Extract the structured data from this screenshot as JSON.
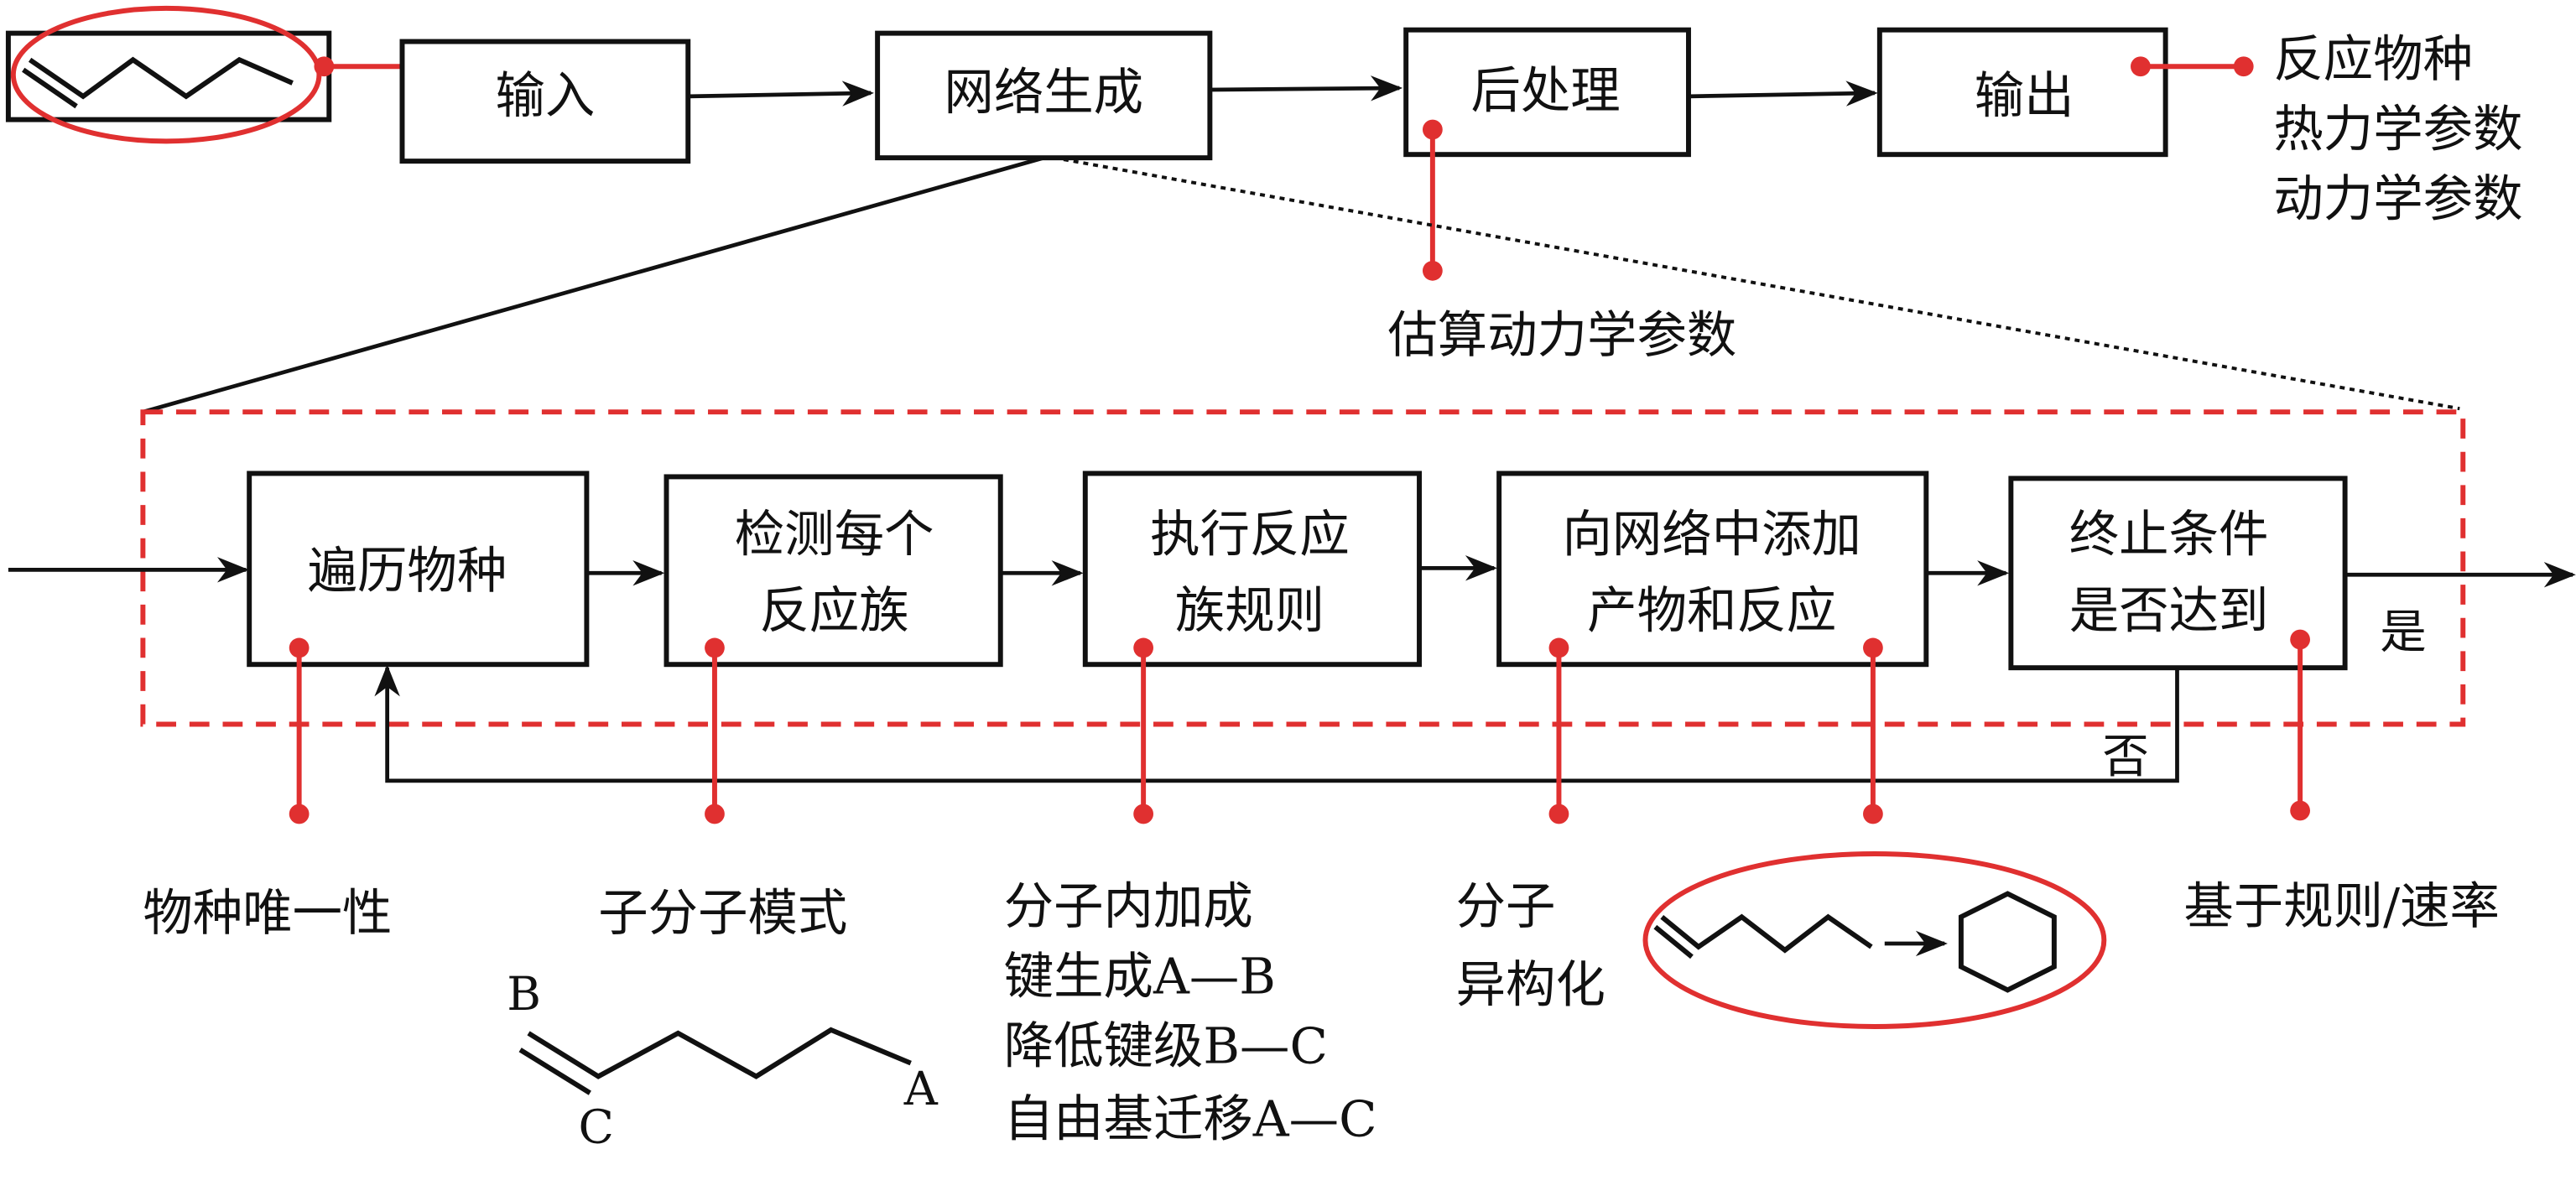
{
  "top_flow": {
    "input_label": "输入",
    "network_label": "网络生成",
    "postprocess_label": "后处理",
    "output_label": "输出"
  },
  "postprocess_note": "估算动力学参数",
  "output_notes": [
    "反应物种",
    "热力学参数",
    "动力学参数"
  ],
  "inner_flow": {
    "steps": [
      {
        "lines": [
          "遍历物种"
        ]
      },
      {
        "lines": [
          "检测每个",
          "反应族"
        ]
      },
      {
        "lines": [
          "执行反应",
          "族规则"
        ]
      },
      {
        "lines": [
          "向网络中添加",
          "产物和反应"
        ]
      },
      {
        "lines": [
          "终止条件",
          "是否达到"
        ]
      }
    ],
    "yes_label": "是",
    "no_label": "否"
  },
  "annotations": {
    "species_uniqueness": "物种唯一性",
    "submolecule_pattern": "子分子模式",
    "atom_labels": {
      "a": "A",
      "b": "B",
      "c": "C"
    },
    "reaction_rules": [
      "分子内加成",
      "键生成A—B",
      "降低键级B—C",
      "自由基迁移A—C"
    ],
    "isomerization": [
      "分子",
      "异构化"
    ],
    "termination": "基于规则/速率"
  },
  "colors": {
    "accent_red": "#e03030",
    "line": "#111111"
  }
}
